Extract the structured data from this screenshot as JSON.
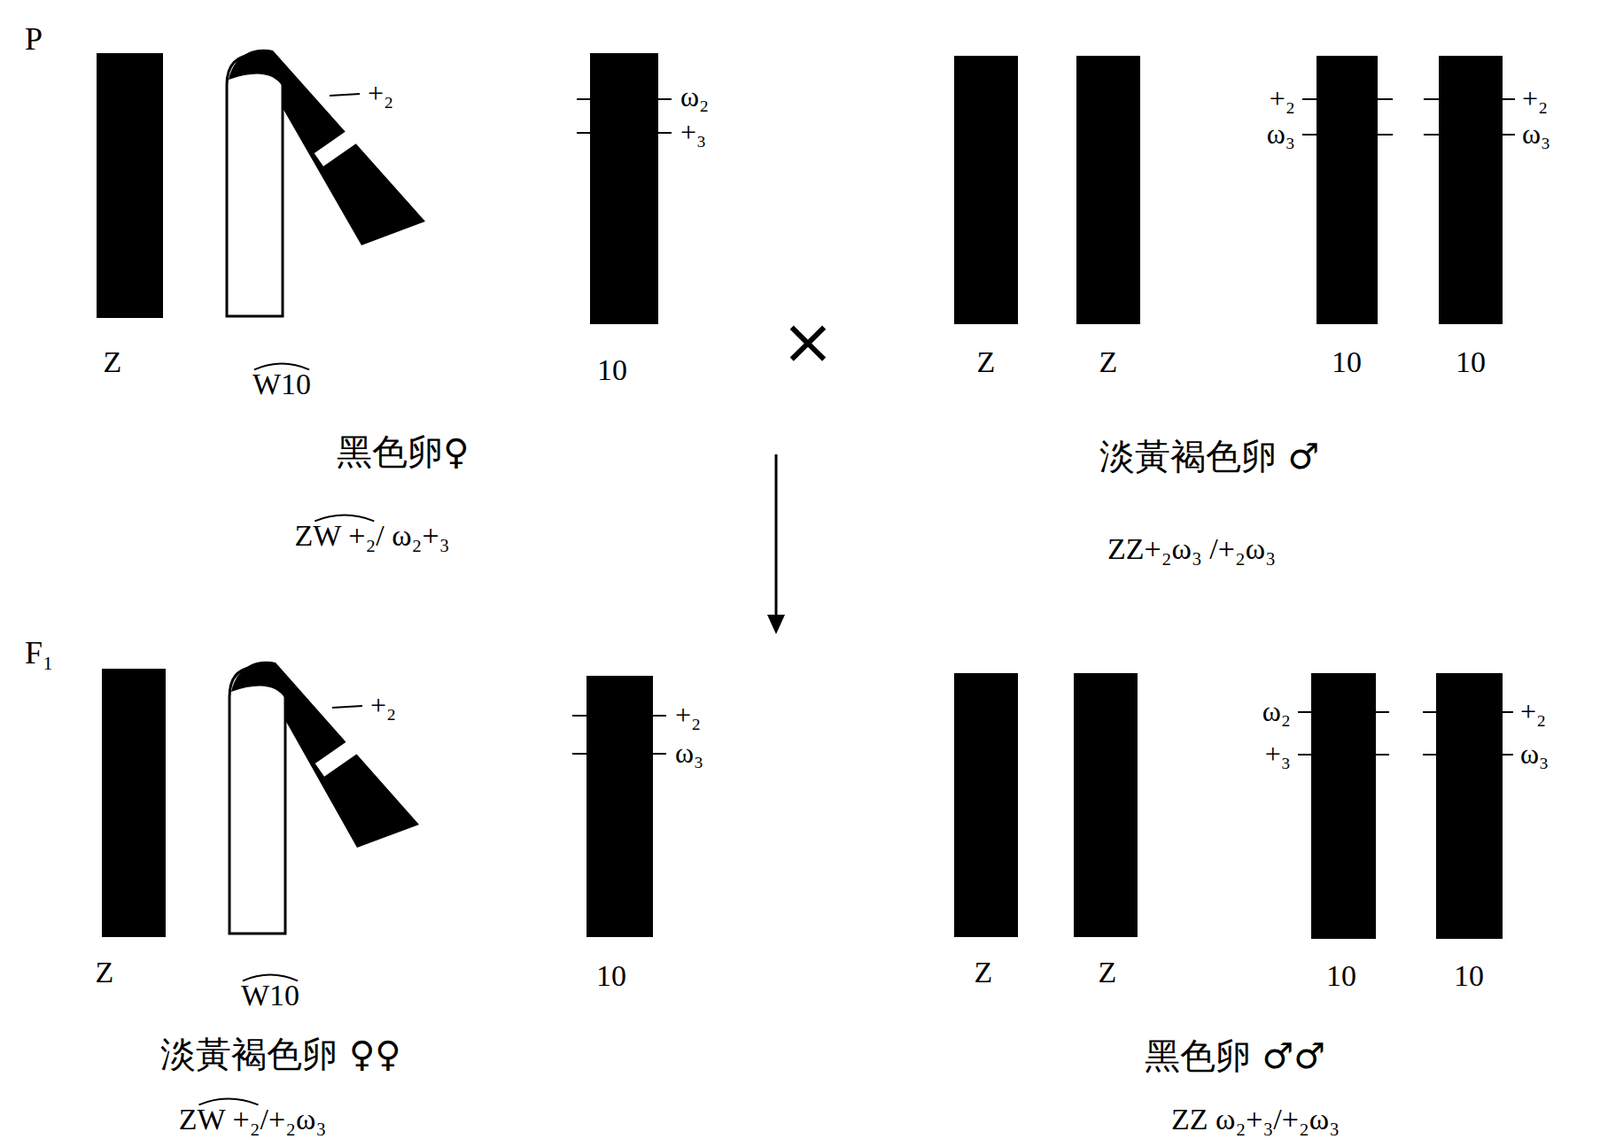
{
  "diagram": {
    "labels": [
      "P",
      "+₂",
      "ω₂",
      "+₃",
      "Z",
      "W10",
      "10",
      "黑色卵♀",
      "ZW +₂/ ω₂+₃",
      "×",
      "+₂",
      "ω₃",
      "+₂",
      "ω₃",
      "Z",
      "Z",
      "10",
      "10",
      "淡黃褐色卵 ♂",
      "ZZ+₂ω₃ /+₂ω₃",
      "F₁",
      "+₂",
      "+₂",
      "ω₃",
      "Z",
      "W10",
      "10",
      "淡黃褐色卵 ♀♀",
      "ZW +₂/+₂ω₃",
      "ω₂",
      "+₃",
      "+₂",
      "ω₃",
      "Z",
      "Z",
      "10",
      "10",
      "黑色卵 ♂♂",
      "ZZ ω₂+₃/+₂ω₃"
    ]
  }
}
